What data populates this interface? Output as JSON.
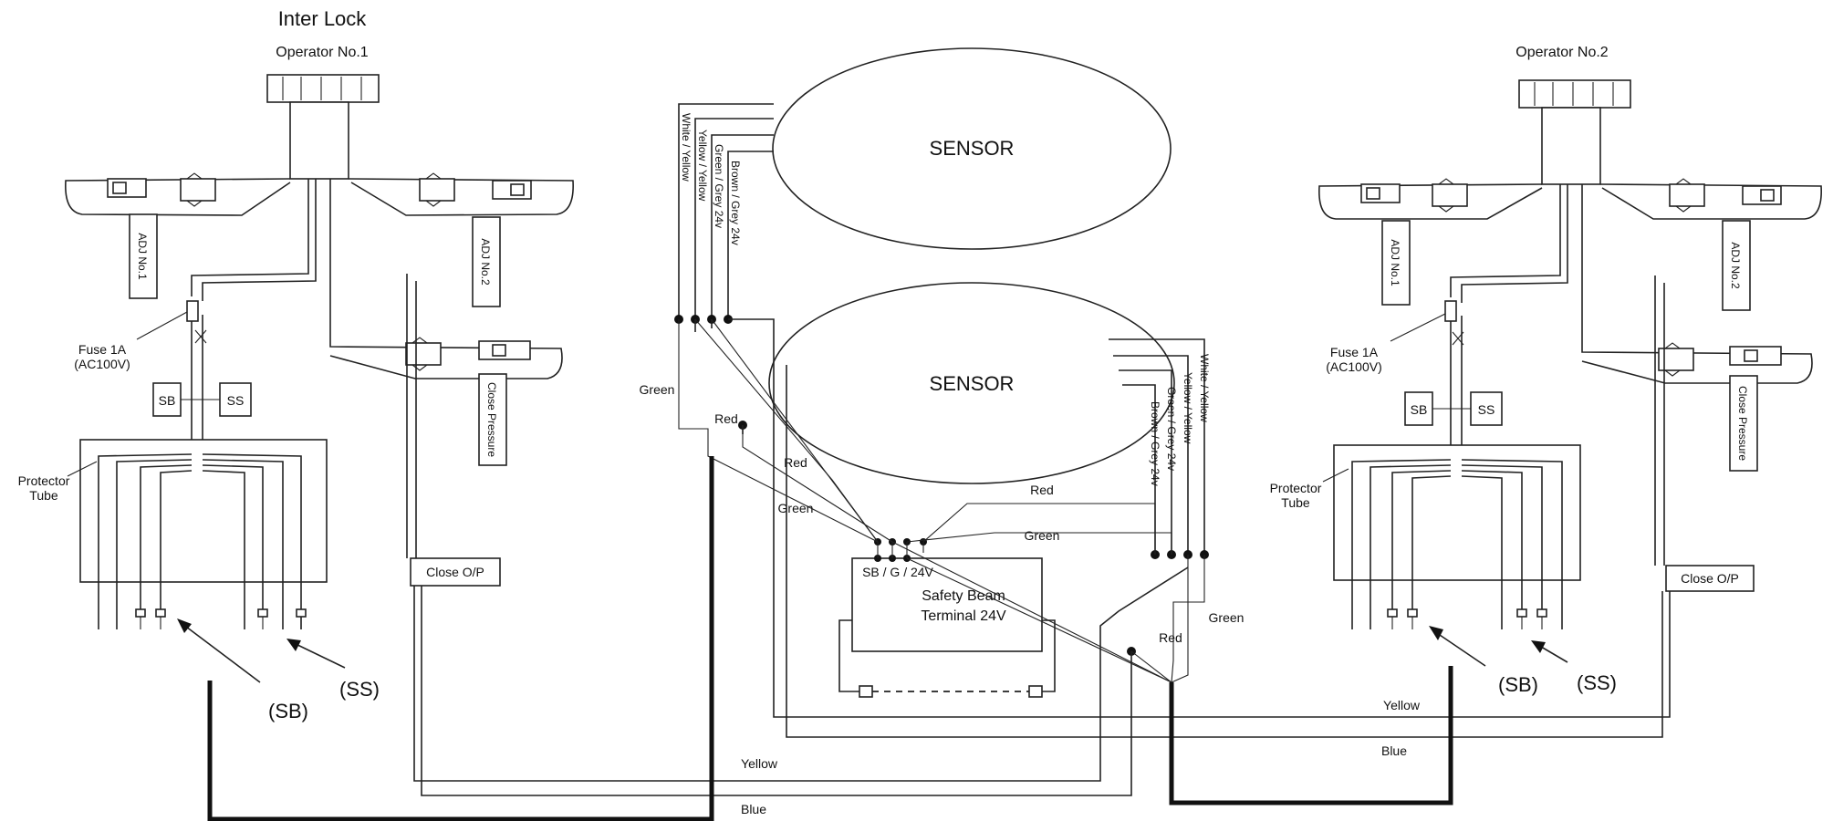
{
  "title": "Inter Lock",
  "operators": {
    "op1": {
      "label": "Operator No.1",
      "adj1": "ADJ No.1",
      "adj2": "ADJ No.2",
      "fuse": [
        "Fuse 1A",
        "(AC100V)"
      ],
      "sb": "SB",
      "ss": "SS",
      "protector": [
        "Protector",
        "Tube"
      ],
      "close_pressure": "Close Pressure",
      "close_op": "Close O/P",
      "pointer_sb": "(SB)",
      "pointer_ss": "(SS)"
    },
    "op2": {
      "label": "Operator No.2",
      "adj1": "ADJ No.1",
      "adj2": "ADJ No.2",
      "fuse": [
        "Fuse 1A",
        "(AC100V)"
      ],
      "sb": "SB",
      "ss": "SS",
      "protector": [
        "Protector",
        "Tube"
      ],
      "close_pressure": "Close Pressure",
      "close_op": "Close O/P",
      "pointer_sb": "(SB)",
      "pointer_ss": "(SS)"
    }
  },
  "sensors": {
    "top": {
      "label": "SENSOR",
      "wires": [
        "White / Yellow",
        "Yellow / Yellow",
        "Green / Grey 24v",
        "Brown / Grey 24v"
      ]
    },
    "bottom": {
      "label": "SENSOR",
      "wires": [
        "White / Yellow",
        "Yellow / Yellow",
        "Green / Grey 24v",
        "Brown / Grey 24v"
      ]
    }
  },
  "terminal": {
    "pins": "SB / G / 24V",
    "label": [
      "Safety Beam",
      "Terminal 24V"
    ]
  },
  "wire_labels": {
    "green": "Green",
    "red": "Red",
    "yellow": "Yellow",
    "blue": "Blue"
  }
}
